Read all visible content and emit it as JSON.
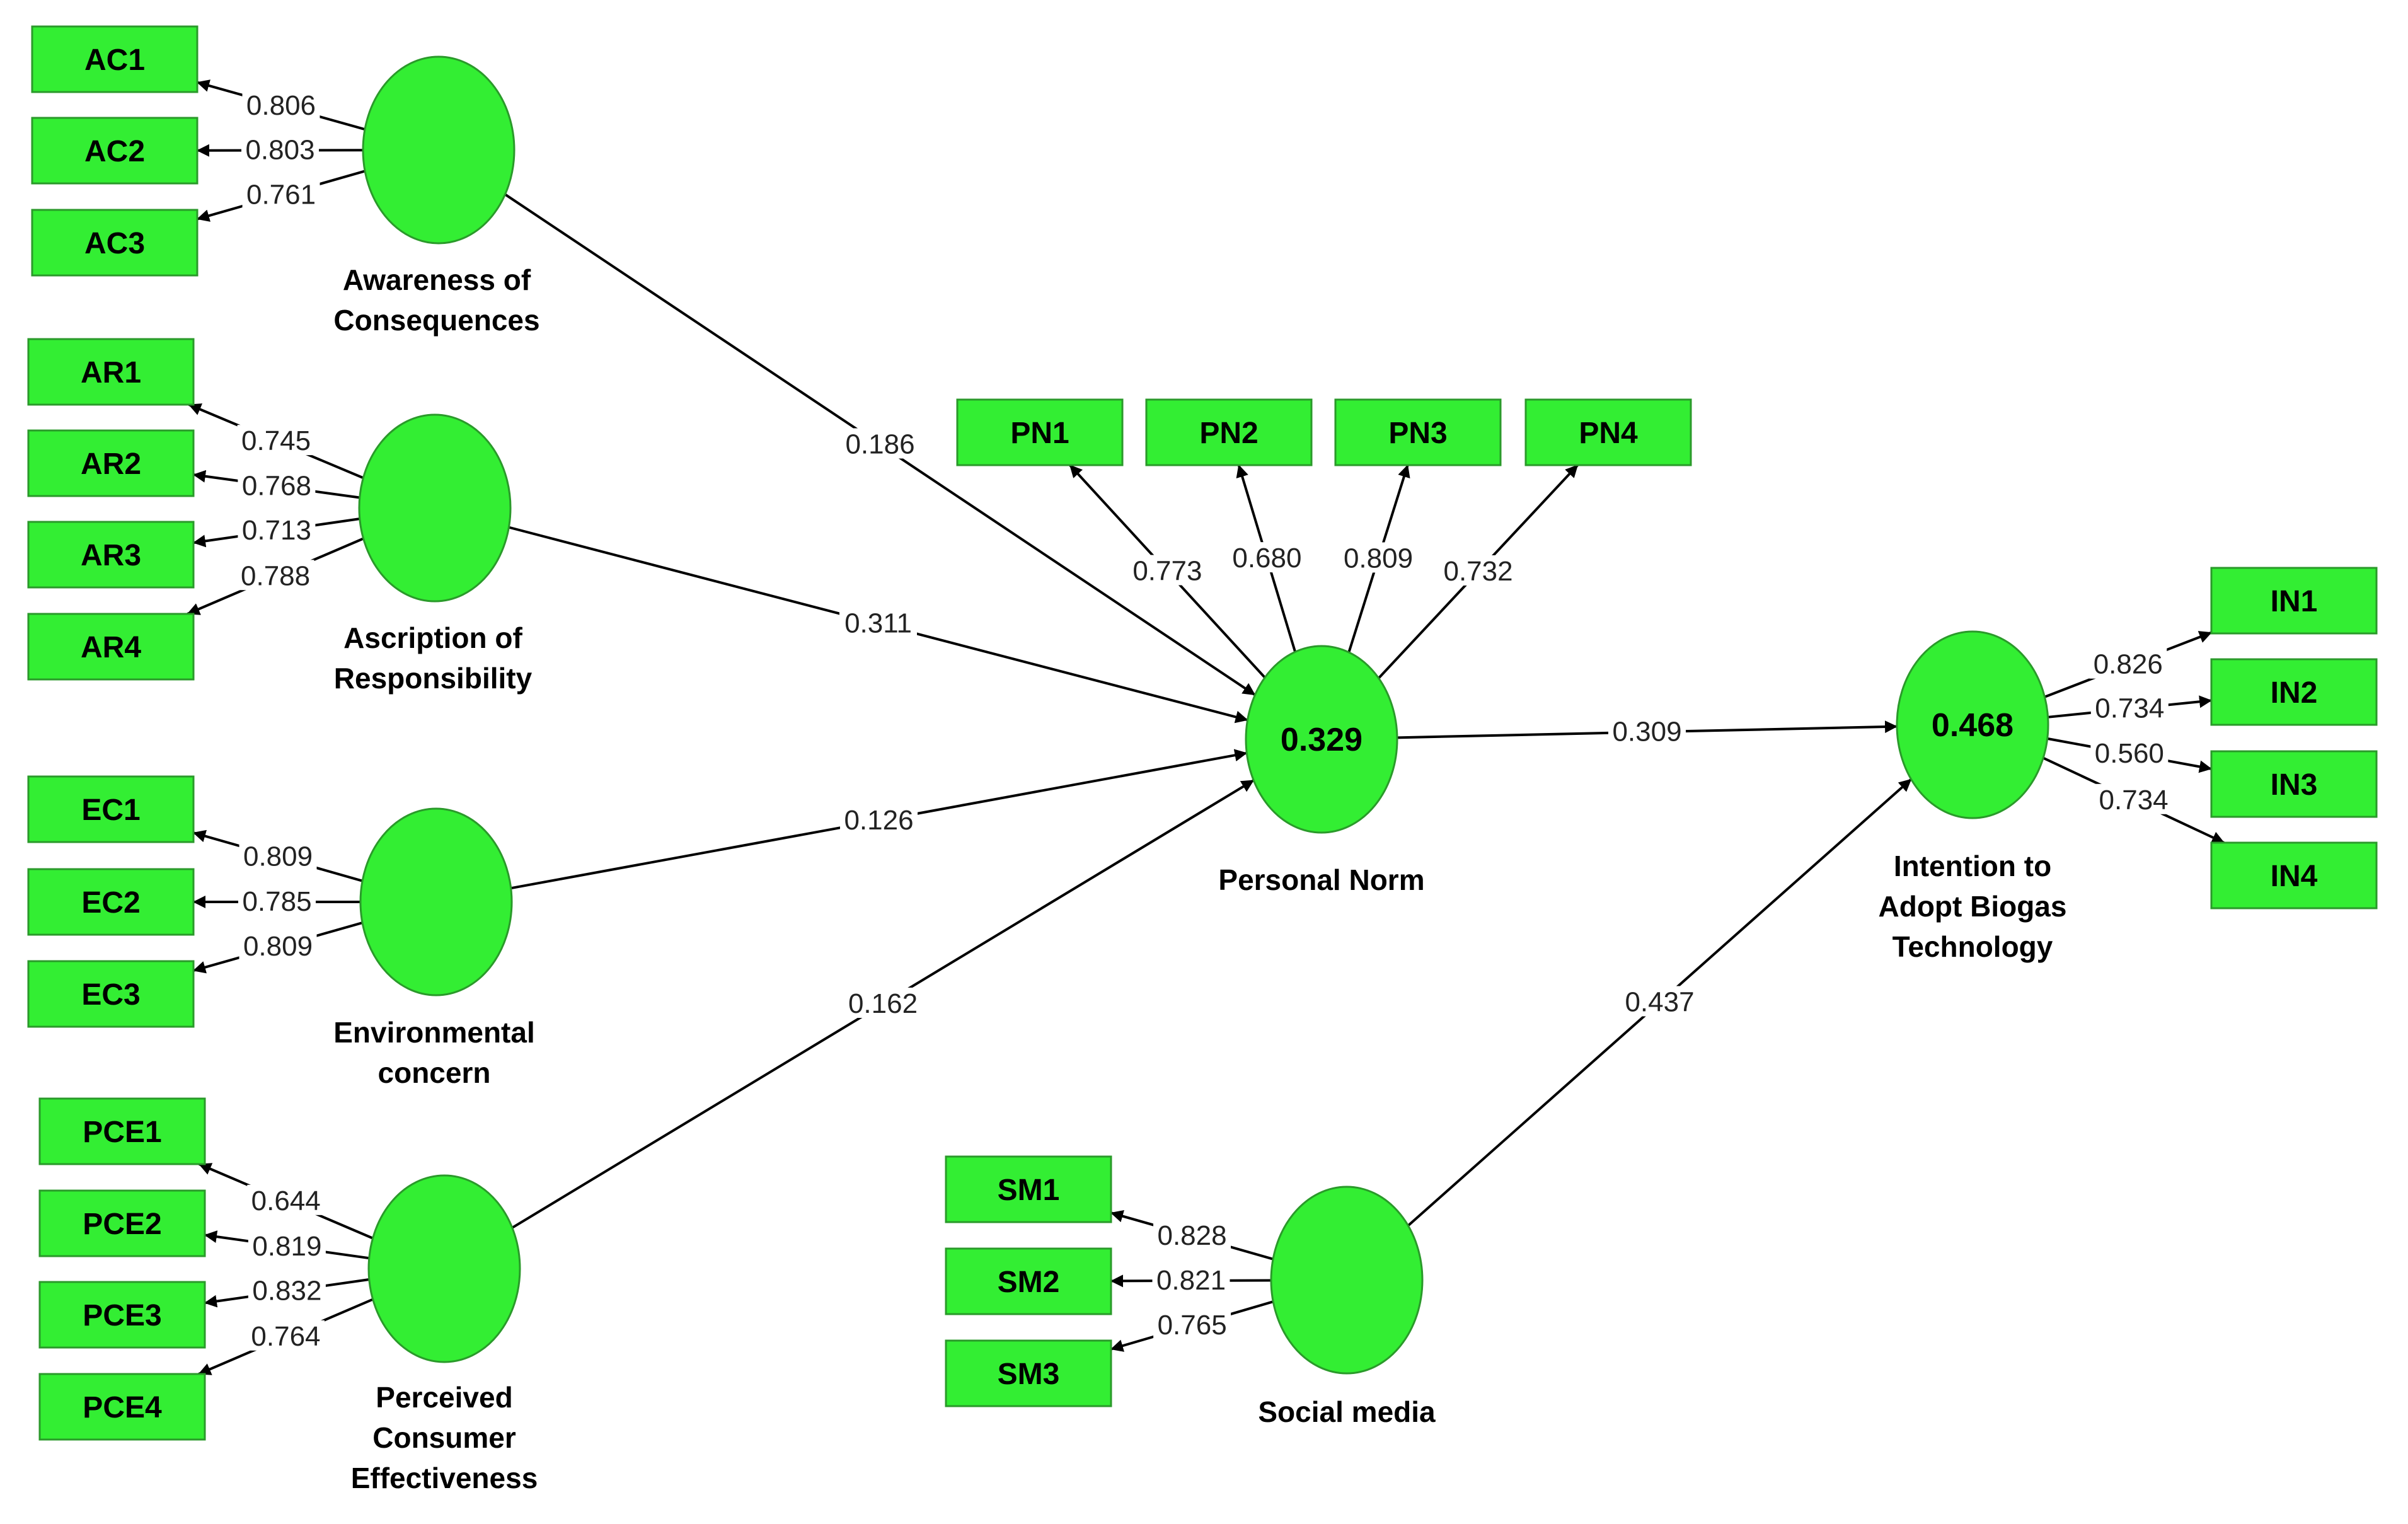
{
  "colors": {
    "node_fill": "#33ee33",
    "node_stroke": "#2a9a2a",
    "edge": "#000000",
    "label": "#000000"
  },
  "constructs": [
    {
      "id": "AC",
      "name": [
        "Awareness of",
        "Consequences"
      ],
      "r2": ""
    },
    {
      "id": "AR",
      "name": [
        "Ascription of",
        "Responsibility"
      ],
      "r2": ""
    },
    {
      "id": "EC",
      "name": [
        "Environmental",
        "concern"
      ],
      "r2": ""
    },
    {
      "id": "PCE",
      "name": [
        "Perceived",
        "Consumer",
        "Effectiveness"
      ],
      "r2": ""
    },
    {
      "id": "PN",
      "name": [
        "Personal Norm"
      ],
      "r2": "0.329"
    },
    {
      "id": "IN",
      "name": [
        "Intention to",
        "Adopt Biogas",
        "Technology"
      ],
      "r2": "0.468"
    },
    {
      "id": "SM",
      "name": [
        "Social media"
      ],
      "r2": ""
    }
  ],
  "indicators": [
    {
      "id": "AC1",
      "construct": "AC",
      "loading": "0.806"
    },
    {
      "id": "AC2",
      "construct": "AC",
      "loading": "0.803"
    },
    {
      "id": "AC3",
      "construct": "AC",
      "loading": "0.761"
    },
    {
      "id": "AR1",
      "construct": "AR",
      "loading": "0.745"
    },
    {
      "id": "AR2",
      "construct": "AR",
      "loading": "0.768"
    },
    {
      "id": "AR3",
      "construct": "AR",
      "loading": "0.713"
    },
    {
      "id": "AR4",
      "construct": "AR",
      "loading": "0.788"
    },
    {
      "id": "EC1",
      "construct": "EC",
      "loading": "0.809"
    },
    {
      "id": "EC2",
      "construct": "EC",
      "loading": "0.785"
    },
    {
      "id": "EC3",
      "construct": "EC",
      "loading": "0.809"
    },
    {
      "id": "PCE1",
      "construct": "PCE",
      "loading": "0.644"
    },
    {
      "id": "PCE2",
      "construct": "PCE",
      "loading": "0.819"
    },
    {
      "id": "PCE3",
      "construct": "PCE",
      "loading": "0.832"
    },
    {
      "id": "PCE4",
      "construct": "PCE",
      "loading": "0.764"
    },
    {
      "id": "PN1",
      "construct": "PN",
      "loading": "0.773"
    },
    {
      "id": "PN2",
      "construct": "PN",
      "loading": "0.680"
    },
    {
      "id": "PN3",
      "construct": "PN",
      "loading": "0.809"
    },
    {
      "id": "PN4",
      "construct": "PN",
      "loading": "0.732"
    },
    {
      "id": "IN1",
      "construct": "IN",
      "loading": "0.826"
    },
    {
      "id": "IN2",
      "construct": "IN",
      "loading": "0.734"
    },
    {
      "id": "IN3",
      "construct": "IN",
      "loading": "0.560"
    },
    {
      "id": "IN4",
      "construct": "IN",
      "loading": "0.734"
    },
    {
      "id": "SM1",
      "construct": "SM",
      "loading": "0.828"
    },
    {
      "id": "SM2",
      "construct": "SM",
      "loading": "0.821"
    },
    {
      "id": "SM3",
      "construct": "SM",
      "loading": "0.765"
    }
  ],
  "paths": [
    {
      "from": "AC",
      "to": "PN",
      "coef": "0.186"
    },
    {
      "from": "AR",
      "to": "PN",
      "coef": "0.311"
    },
    {
      "from": "EC",
      "to": "PN",
      "coef": "0.126"
    },
    {
      "from": "PCE",
      "to": "PN",
      "coef": "0.162"
    },
    {
      "from": "PN",
      "to": "IN",
      "coef": "0.309"
    },
    {
      "from": "SM",
      "to": "IN",
      "coef": "0.437"
    }
  ]
}
